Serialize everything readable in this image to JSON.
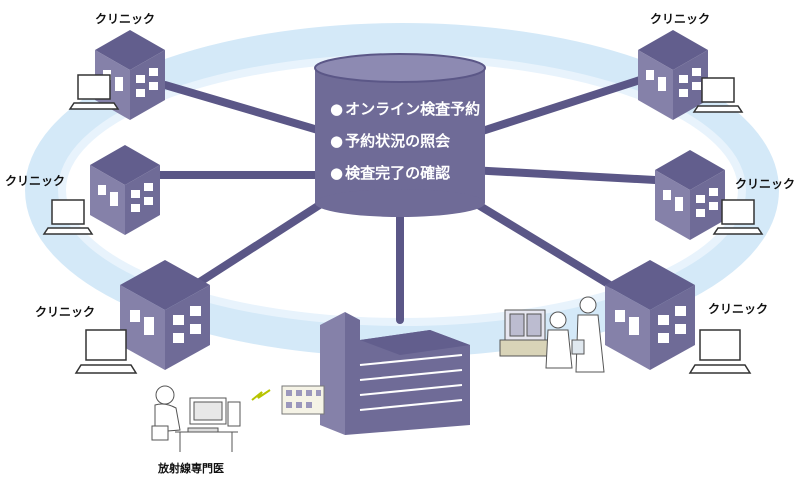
{
  "database": {
    "items": [
      "オンライン検査予約",
      "予約状況の照会",
      "検査完了の確認"
    ],
    "color": "#6f6b97"
  },
  "clinic_label": "クリニック",
  "radiologist_label": "放射線専門医",
  "colors": {
    "ring": "#d9ecfa",
    "link": "#5b5787",
    "building_front": "#7d79a3",
    "building_roof": "#625e8d",
    "window": "#ffffff"
  }
}
